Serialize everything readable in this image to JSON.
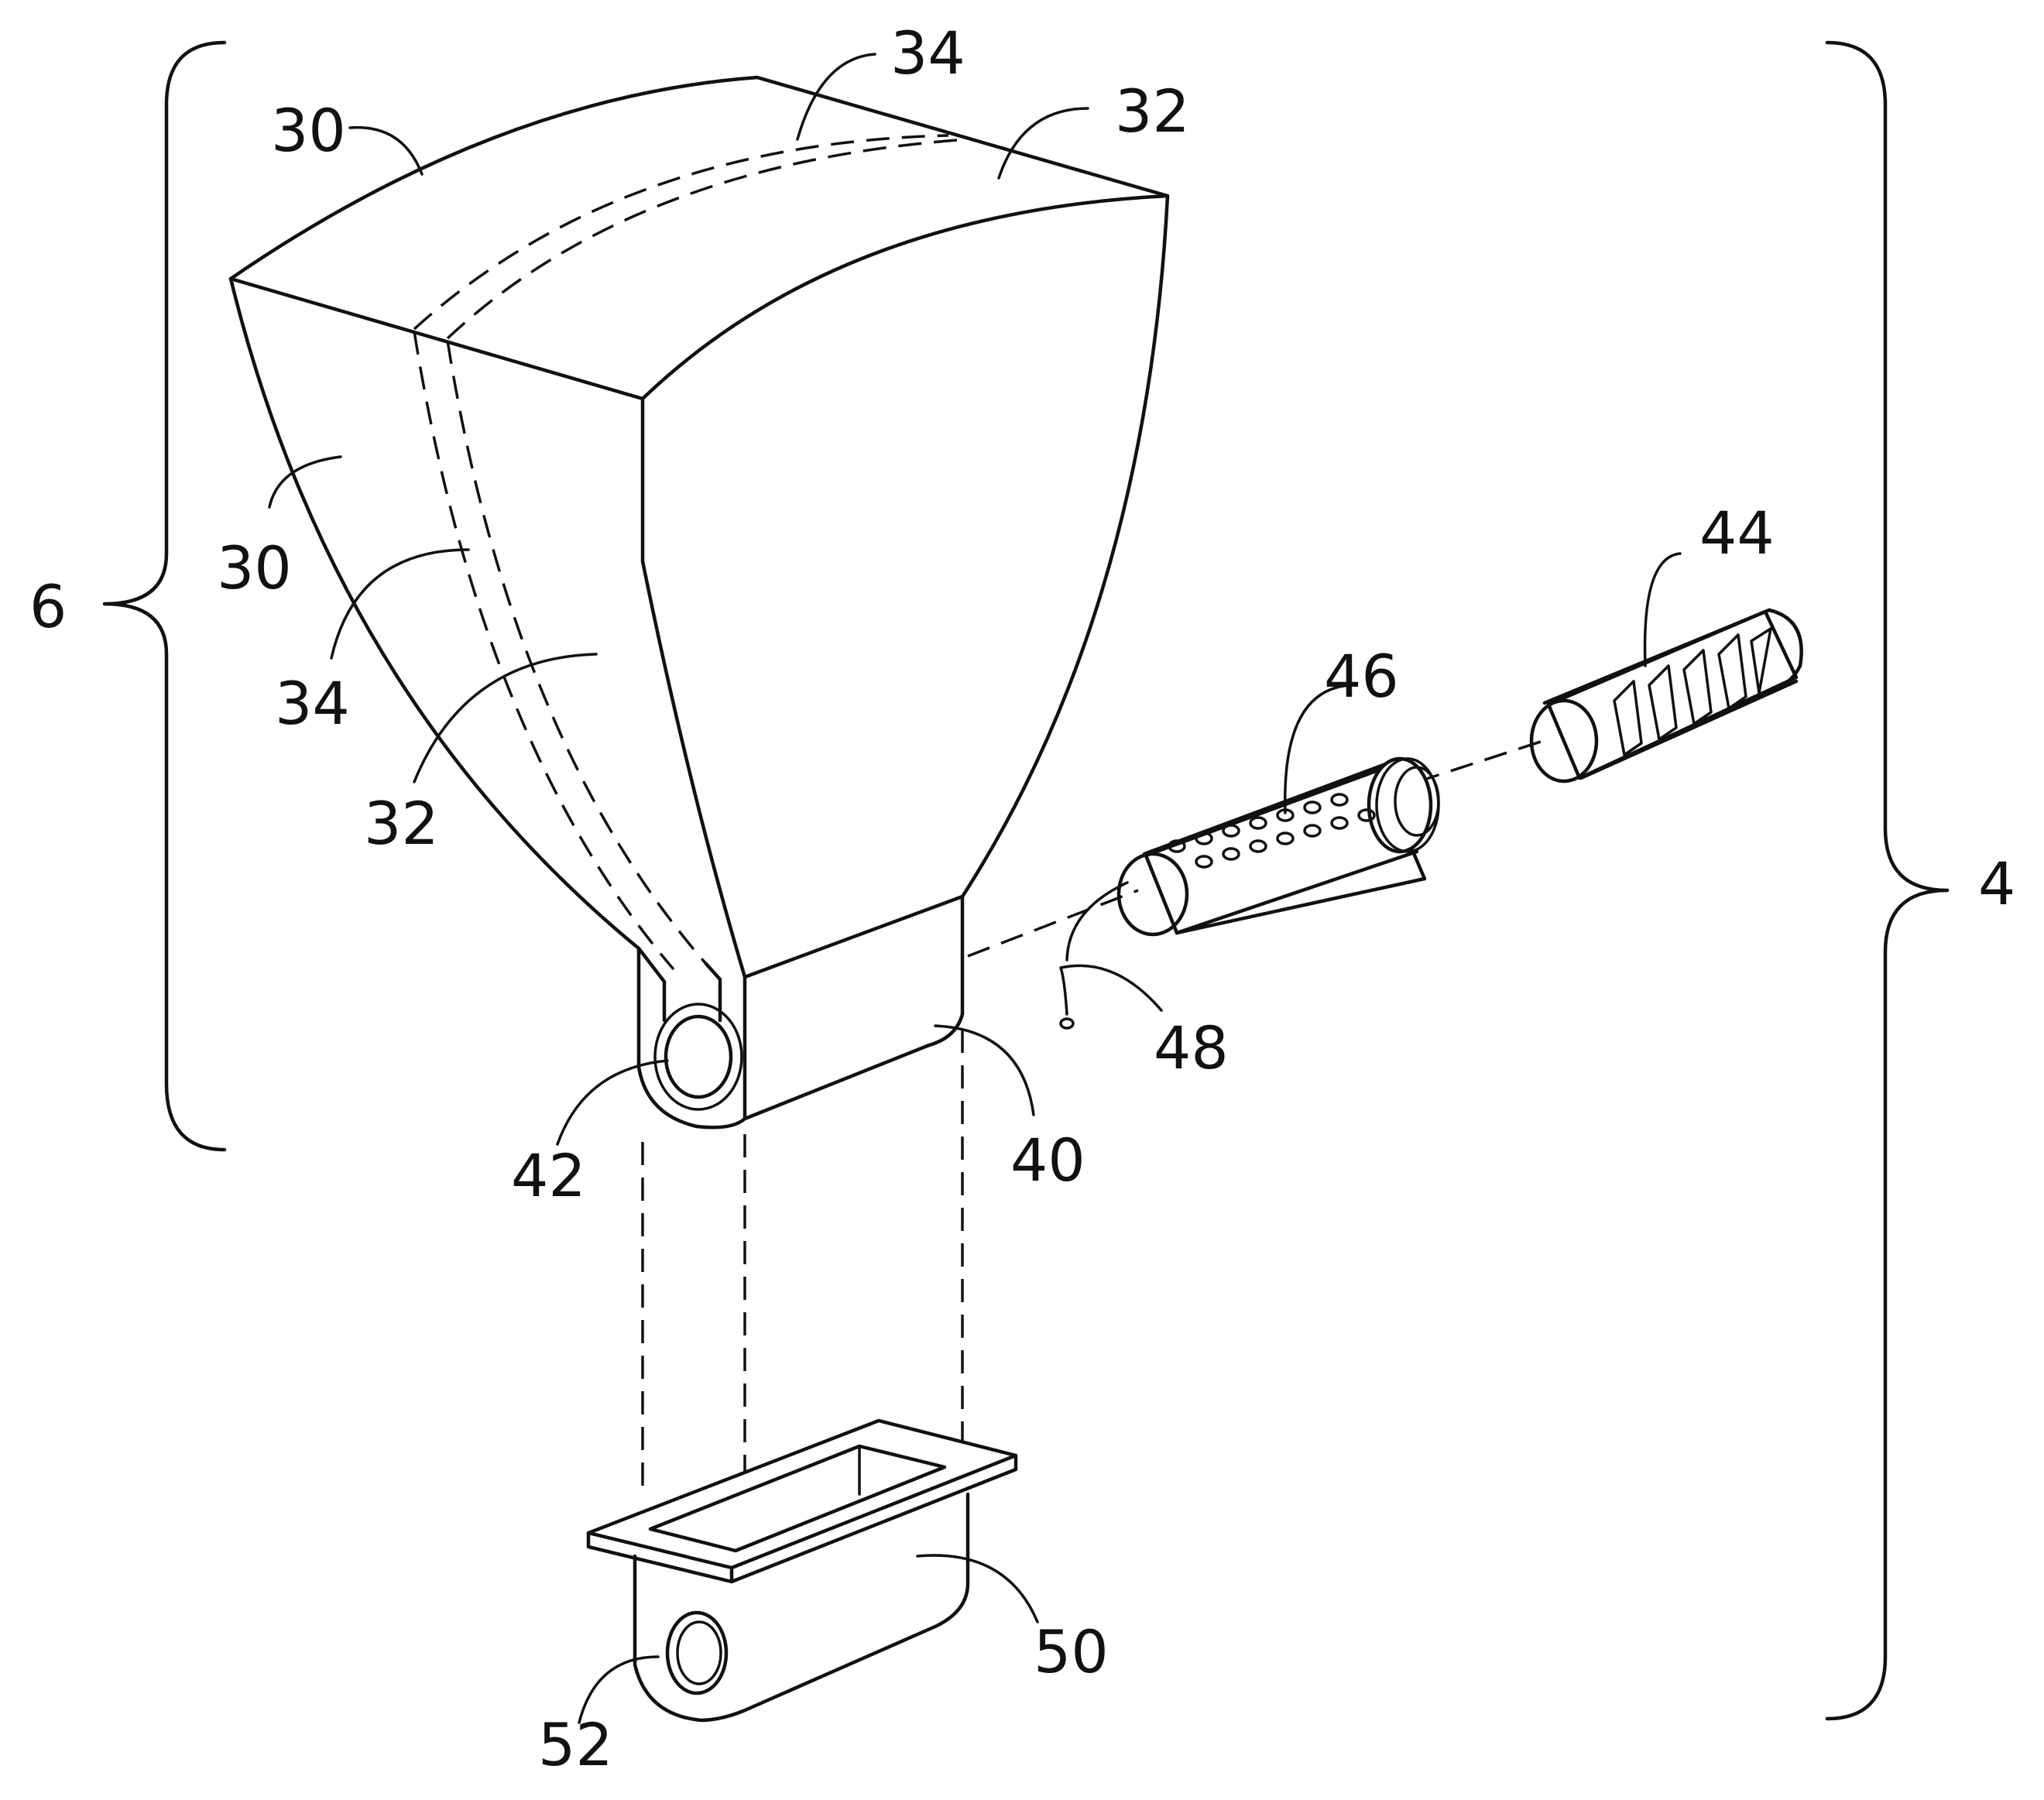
{
  "labels": {
    "l6": "6",
    "l4": "4",
    "l30a": "30",
    "l30b": "30",
    "l32a": "32",
    "l32b": "32",
    "l34a": "34",
    "l34b": "34",
    "l40": "40",
    "l42": "42",
    "l44": "44",
    "l46": "46",
    "l48": "48",
    "l50": "50",
    "l52": "52"
  }
}
